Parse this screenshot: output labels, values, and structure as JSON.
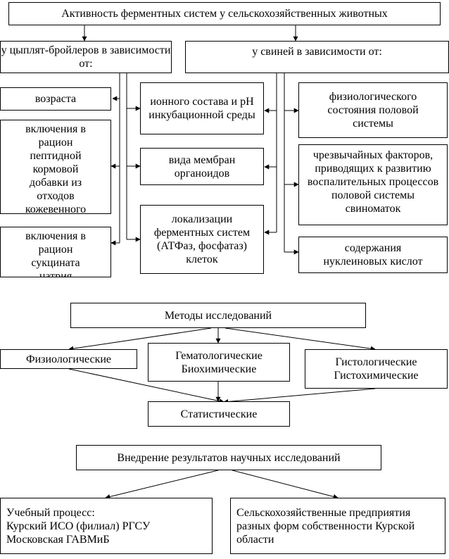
{
  "title": "Активность ферментных систем у сельскохозяйственных животных",
  "broilers": "у цыплят-бройлеров в зависимости от:",
  "pigs": "у свиней в зависимости от:",
  "left": {
    "age": "возраста",
    "peptide": "включения в рацион пептидной кормовой добавки из отходов кожевенного",
    "succinate": "включения в рацион сукцината натрия"
  },
  "center": {
    "ionic": "ионного состава и рН инкубационной среды",
    "membranes": "вида мембран органоидов",
    "localization": "локализации ферментных систем (АТФаз, фосфатаз) клеток"
  },
  "right": {
    "physiological": "физиологического состояния половой системы",
    "extreme": "чрезвычайных факторов, приводящих к развитию воспалительных процессов половой системы свиноматок",
    "nucleic": "содержания нуклеиновых кислот"
  },
  "methods": {
    "title": "Методы исследований",
    "physiological": "Физиологические",
    "hemato_line1": "Гематологические",
    "hemato_line2": "Биохимические",
    "histo_line1": "Гистологические",
    "histo_line2": "Гистохимические",
    "statistical": "Статистические"
  },
  "implementation": {
    "title": "Внедрение результатов научных исследований",
    "education_line1": "Учебный процесс:",
    "education_line2": "Курский ИСО (филиал) РГСУ",
    "education_line3": "Московская ГАВМиБ",
    "enterprises": "Сельскохозяйственные предприятия разных форм собственности Курской области"
  }
}
